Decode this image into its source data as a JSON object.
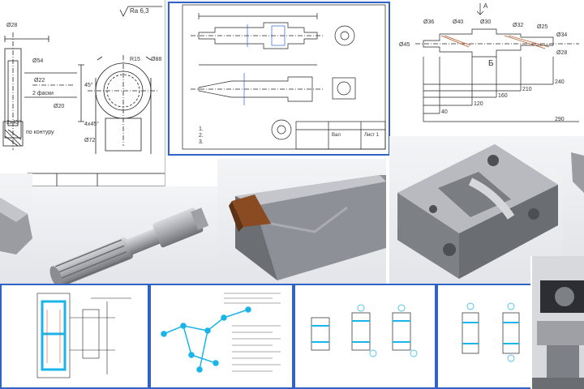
{
  "drawing_1": {
    "roughness": "Ra 6,3",
    "dims": [
      "Ø28",
      "Ø54",
      "Ø22",
      "2 фаски",
      "Ø20",
      "45°",
      "Ø88",
      "R15",
      "2x45°",
      "4x45°",
      "Ø72"
    ],
    "note": "по контуру"
  },
  "drawing_2": {
    "notes": [
      "1.",
      "2.",
      "3."
    ],
    "title_block": [
      "Вал",
      "Лист 1"
    ]
  },
  "drawing_3": {
    "section": "А",
    "view_label": "Б",
    "dims": [
      "Ø36",
      "Ø40",
      "Ø30",
      "Ø32",
      "Ø25",
      "Ø34",
      "Ø28",
      "Ø45",
      "40",
      "120",
      "160",
      "210",
      "240",
      "290"
    ]
  },
  "colors": {
    "frame_blue": "#2f63c8",
    "metal_gray": "#8d9096",
    "copper": "#8a4a22",
    "cyan": "#19b5e8"
  },
  "icons": [
    "shaft-reamer",
    "cutting-tool-insert",
    "fixture-block",
    "machine-fixture"
  ]
}
